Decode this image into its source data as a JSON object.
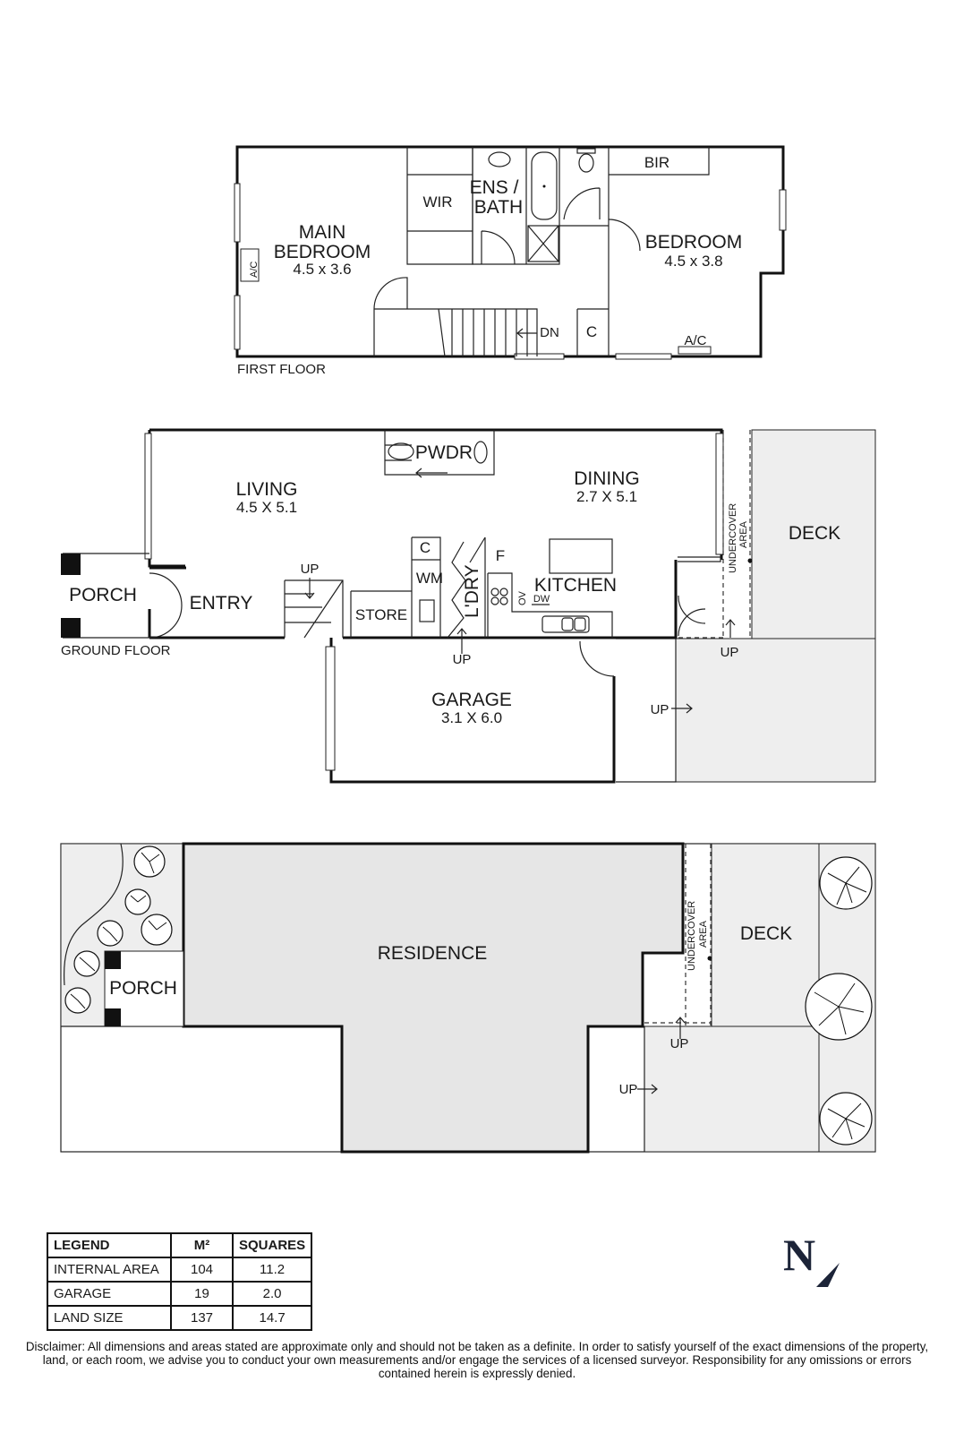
{
  "first_floor": {
    "title": "FIRST FLOOR",
    "rooms": {
      "main_bedroom_line1": "MAIN",
      "main_bedroom_line2": "BEDROOM",
      "main_bedroom_dims": "4.5 x 3.6",
      "wir": "WIR",
      "ens_line1": "ENS /",
      "ens_line2": "BATH",
      "bedroom": "BEDROOM",
      "bedroom_dims": "4.5 x 3.8",
      "bir": "BIR",
      "ac_left": "A/C",
      "ac_right": "A/C",
      "dn": "DN",
      "c": "C"
    }
  },
  "ground_floor": {
    "title": "GROUND FLOOR",
    "rooms": {
      "living": "LIVING",
      "living_dims": "4.5 X 5.1",
      "pwdr": "PWDR",
      "dining": "DINING",
      "dining_dims": "2.7 X 5.1",
      "deck": "DECK",
      "undercover_line1": "UNDERCOVER",
      "undercover_line2": "AREA",
      "porch": "PORCH",
      "entry": "ENTRY",
      "up_stairs": "UP",
      "store": "STORE",
      "c": "C",
      "wm": "WM",
      "ldry": "L'DRY",
      "f": "F",
      "kitchen": "KITCHEN",
      "ov": "OV",
      "dw": "DW",
      "up_ldry": "UP",
      "up_deck": "UP",
      "garage": "GARAGE",
      "garage_dims": "3.1 X 6.0",
      "up_yard": "UP"
    }
  },
  "site_plan": {
    "residence": "RESIDENCE",
    "porch": "PORCH",
    "deck": "DECK",
    "undercover_line1": "UNDERCOVER",
    "undercover_line2": "AREA",
    "up_deck": "UP",
    "up_yard": "UP"
  },
  "legend": {
    "headers": [
      "LEGEND",
      "M²",
      "SQUARES"
    ],
    "rows": [
      [
        "INTERNAL AREA",
        "104",
        "11.2"
      ],
      [
        "GARAGE",
        "19",
        "2.0"
      ],
      [
        "LAND SIZE",
        "137",
        "14.7"
      ]
    ]
  },
  "north_label": "N",
  "disclaimer": "Disclaimer: All dimensions and areas stated are approximate only and should not be taken as a definite. In order to satisfy yourself of the exact dimensions of the property, land, or each room, we advise you to conduct your own measurements and/or engage the services of a licensed surveyor. Responsibility for any omissions or errors contained herein is expressly denied.",
  "colors": {
    "wall": "#111111",
    "shade": "#eeeeee",
    "residence": "#e6e6e6",
    "north_mark": "#1c2438"
  }
}
